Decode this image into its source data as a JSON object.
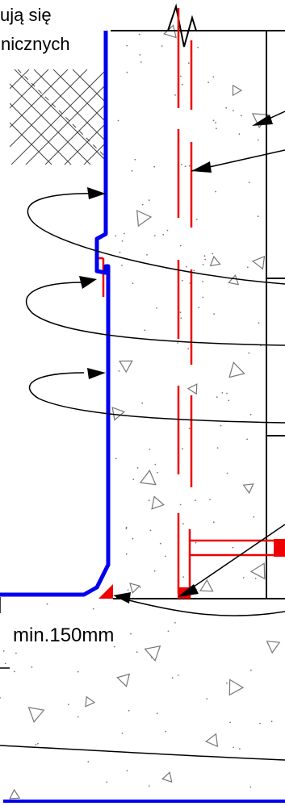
{
  "labels": {
    "top_line1": "ują się",
    "top_line2": "nicznych",
    "dimension": "min.150mm"
  },
  "colors": {
    "membrane": "#0000ee",
    "rebar": "#ee0000",
    "line": "#000000",
    "aggregate": "#777777"
  },
  "icons": {
    "soil_hatch": "diagonal-weave-hatch",
    "break_mark": "zigzag-break-icon"
  }
}
